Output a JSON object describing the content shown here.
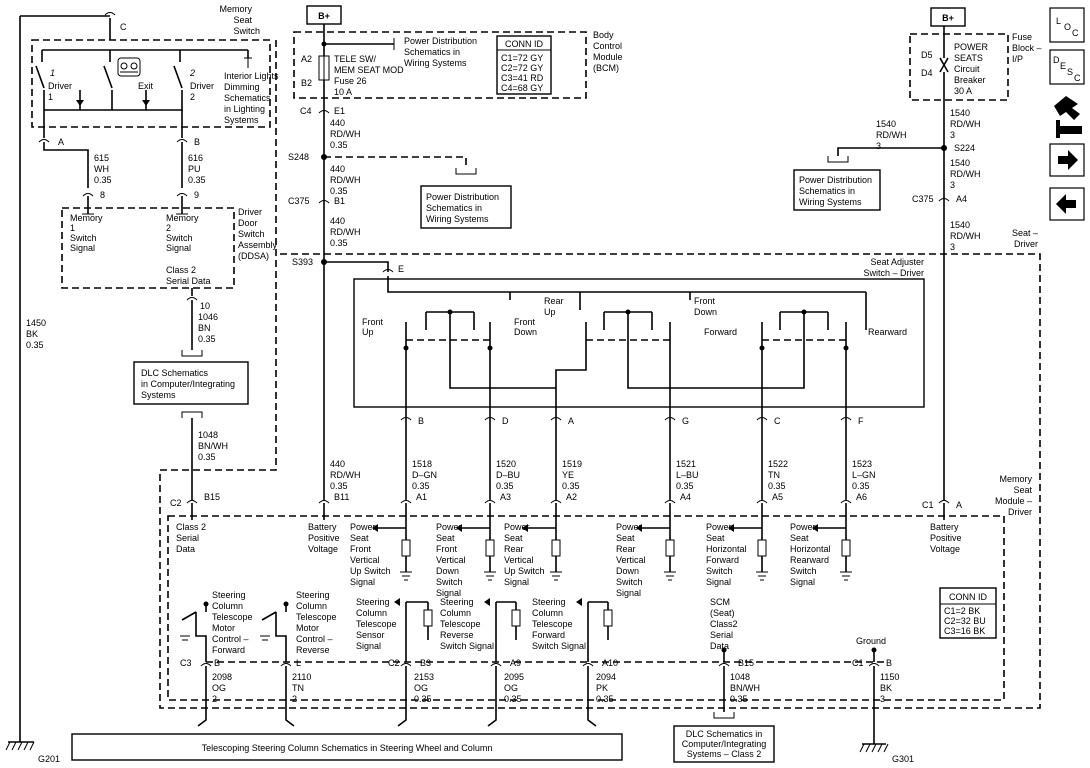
{
  "top": {
    "memory_seat_switch": [
      "Memory",
      "Seat",
      "Switch"
    ],
    "conn_c": "C",
    "driver1": [
      "Driver",
      "1"
    ],
    "driver2": [
      "Driver",
      "2"
    ],
    "exit": "Exit",
    "num1": "1",
    "num2": "2",
    "interior_lights": [
      "Interior Lights",
      "Dimming",
      "Schematics",
      "in Lighting",
      "Systems"
    ],
    "b_plus_left": "B+",
    "b_plus_right": "B+",
    "bcm_a2": "A2",
    "bcm_b2": "B2",
    "bcm_fuse": [
      "TELE SW/",
      "MEM SEAT MOD",
      "Fuse 26",
      "10 A"
    ],
    "bcm_pd": [
      "Power Distribution",
      "Schematics in",
      "Wiring Systems"
    ],
    "bcm_conn_title": "CONN ID",
    "bcm_conn": [
      "C1=72 GY",
      "C2=72 GY",
      "C3=41 RD",
      "C4=68 GY"
    ],
    "bcm_label": [
      "Body",
      "Control",
      "Module",
      "(BCM)"
    ],
    "c4_e1": [
      "C4",
      "E1"
    ],
    "fuse_block_d5": "D5",
    "fuse_block_d4": "D4",
    "fuse_block_text": [
      "POWER",
      "SEATS",
      "Circuit",
      "Breaker",
      "30 A"
    ],
    "fuse_block_label": [
      "Fuse",
      "Block –",
      "I/P"
    ]
  },
  "wires": {
    "w615": [
      "615",
      "WH",
      "0.35"
    ],
    "w616": [
      "616",
      "PU",
      "0.35"
    ],
    "w440a": [
      "440",
      "RD/WH",
      "0.35"
    ],
    "w440b": [
      "440",
      "RD/WH",
      "0.35"
    ],
    "w440c": [
      "440",
      "RD/WH",
      "0.35"
    ],
    "w440d": [
      "440",
      "RD/WH",
      "0.35"
    ],
    "w1540a": [
      "1540",
      "RD/WH",
      "3"
    ],
    "w1540b": [
      "1540",
      "RD/WH",
      "3"
    ],
    "w1540c": [
      "1540",
      "RD/WH",
      "3"
    ],
    "w1540d": [
      "1540",
      "RD/WH",
      "3"
    ],
    "w1450": [
      "1450",
      "BK",
      "0.35"
    ],
    "w1046": [
      "1046",
      "BN",
      "0.35"
    ],
    "w1048a": [
      "1048",
      "BN/WH",
      "0.35"
    ],
    "w1048b": [
      "1048",
      "BN/WH",
      "0.35"
    ],
    "w1518": [
      "1518",
      "D–GN",
      "0.35"
    ],
    "w1520": [
      "1520",
      "D–BU",
      "0.35"
    ],
    "w1519": [
      "1519",
      "YE",
      "0.35"
    ],
    "w1521": [
      "1521",
      "L–BU",
      "0.35"
    ],
    "w1522": [
      "1522",
      "TN",
      "0.35"
    ],
    "w1523": [
      "1523",
      "L–GN",
      "0.35"
    ],
    "w2098": [
      "2098",
      "OG",
      "2"
    ],
    "w2110": [
      "2110",
      "TN",
      "2"
    ],
    "w2153": [
      "2153",
      "OG",
      "0.35"
    ],
    "w2095": [
      "2095",
      "OG",
      "0.35"
    ],
    "w2094": [
      "2094",
      "PK",
      "0.35"
    ],
    "w1150": [
      "1150",
      "BK",
      "3"
    ]
  },
  "splices": {
    "s248": "S248",
    "s224": "S224",
    "s393": "S393",
    "c375_b1": [
      "C375",
      "B1"
    ],
    "c375_a4": [
      "C375",
      "A4"
    ],
    "pin_a": "A",
    "pin_b": "B",
    "pin_8": "8",
    "pin_9": "9",
    "pin_10": "10",
    "pin_e": "E"
  },
  "pd_center": [
    "Power Distribution",
    "Schematics in",
    "Wiring Systems"
  ],
  "pd_right": [
    "Power Distribution",
    "Schematics in",
    "Wiring Systems"
  ],
  "ddsa": {
    "mem1": [
      "Memory",
      "1",
      "Switch",
      "Signal"
    ],
    "mem2": [
      "Memory",
      "2",
      "Switch",
      "Signal"
    ],
    "class2": [
      "Class 2",
      "Serial Data"
    ],
    "label": [
      "Driver",
      "Door",
      "Switch",
      "Assembly",
      "(DDSA)"
    ]
  },
  "dlc_left": [
    "DLC Schematics",
    "in Computer/Integrating",
    "Systems"
  ],
  "seat_adjuster": {
    "label": [
      "Seat Adjuster",
      "Switch – Driver"
    ],
    "seat_driver": [
      "Seat –",
      "Driver"
    ],
    "front_up": [
      "Front",
      "Up"
    ],
    "front_down": [
      "Front",
      "Down"
    ],
    "rear_up": [
      "Rear",
      "Up"
    ],
    "front_down2": [
      "Front",
      "Down"
    ],
    "forward": "Forward",
    "rearward": "Rearward",
    "pins": [
      "B",
      "D",
      "A",
      "G",
      "C",
      "F"
    ]
  },
  "module": {
    "label": [
      "Memory",
      "Seat",
      "Module –",
      "Driver"
    ],
    "c2_b15": [
      "C2",
      "B15"
    ],
    "b11": "B11",
    "a_pins": [
      "A1",
      "A3",
      "A2",
      "A4",
      "A5",
      "A6"
    ],
    "c1_a": [
      "C1",
      "A"
    ],
    "class2_serial": [
      "Class 2",
      "Serial",
      "Data"
    ],
    "bat_pos_left": [
      "Battery",
      "Positive",
      "Voltage"
    ],
    "bat_pos_right": [
      "Battery",
      "Positive",
      "Voltage"
    ],
    "sig1": [
      "Power",
      "Seat",
      "Front",
      "Vertical",
      "Up Switch",
      "Signal"
    ],
    "sig2": [
      "Power",
      "Seat",
      "Front",
      "Vertical",
      "Down",
      "Switch",
      "Signal"
    ],
    "sig3": [
      "Power",
      "Seat",
      "Rear",
      "Vertical",
      "Up Switch",
      "Signal"
    ],
    "sig4": [
      "Power",
      "Seat",
      "Rear",
      "Vertical",
      "Down",
      "Switch",
      "Signal"
    ],
    "sig5": [
      "Power",
      "Seat",
      "Horizontal",
      "Forward",
      "Switch",
      "Signal"
    ],
    "sig6": [
      "Power",
      "Seat",
      "Horizontal",
      "Rearward",
      "Switch",
      "Signal"
    ],
    "conn_title": "CONN ID",
    "conn": [
      "C1=2 BK",
      "C2=32 BU",
      "C3=16 BK"
    ],
    "st1": [
      "Steering",
      "Column",
      "Telescope",
      "Motor",
      "Control –",
      "Forward"
    ],
    "st2": [
      "Steering",
      "Column",
      "Telescope",
      "Motor",
      "Control –",
      "Reverse"
    ],
    "st3": [
      "Steering",
      "Column",
      "Telescope",
      "Sensor",
      "Signal"
    ],
    "st4": [
      "Steering",
      "Column",
      "Telescope",
      "Reverse",
      "Switch Signal"
    ],
    "st5": [
      "Steering",
      "Column",
      "Telescope",
      "Forward",
      "Switch Signal"
    ],
    "scm": [
      "SCM",
      "(Seat)",
      "Class2",
      "Serial",
      "Data"
    ],
    "ground": "Ground",
    "c3_b": [
      "C3",
      "B"
    ],
    "l": "L",
    "c2_b3": [
      "C2",
      "B3"
    ],
    "a9": "A9",
    "a10": "A10",
    "b15b": "B15",
    "c1_b": [
      "C1",
      "B"
    ]
  },
  "bottom": {
    "telescoping": "Telescoping Steering Column Schematics in Steering Wheel and Column",
    "dlc_bottom": [
      "DLC Schematics in",
      "Computer/Integrating",
      "Systems – Class 2"
    ],
    "g201": "G201",
    "g301": "G301"
  },
  "nav": {
    "loc": [
      "L",
      "O",
      "C"
    ],
    "desc": [
      "D",
      "E",
      "S",
      "C"
    ]
  }
}
